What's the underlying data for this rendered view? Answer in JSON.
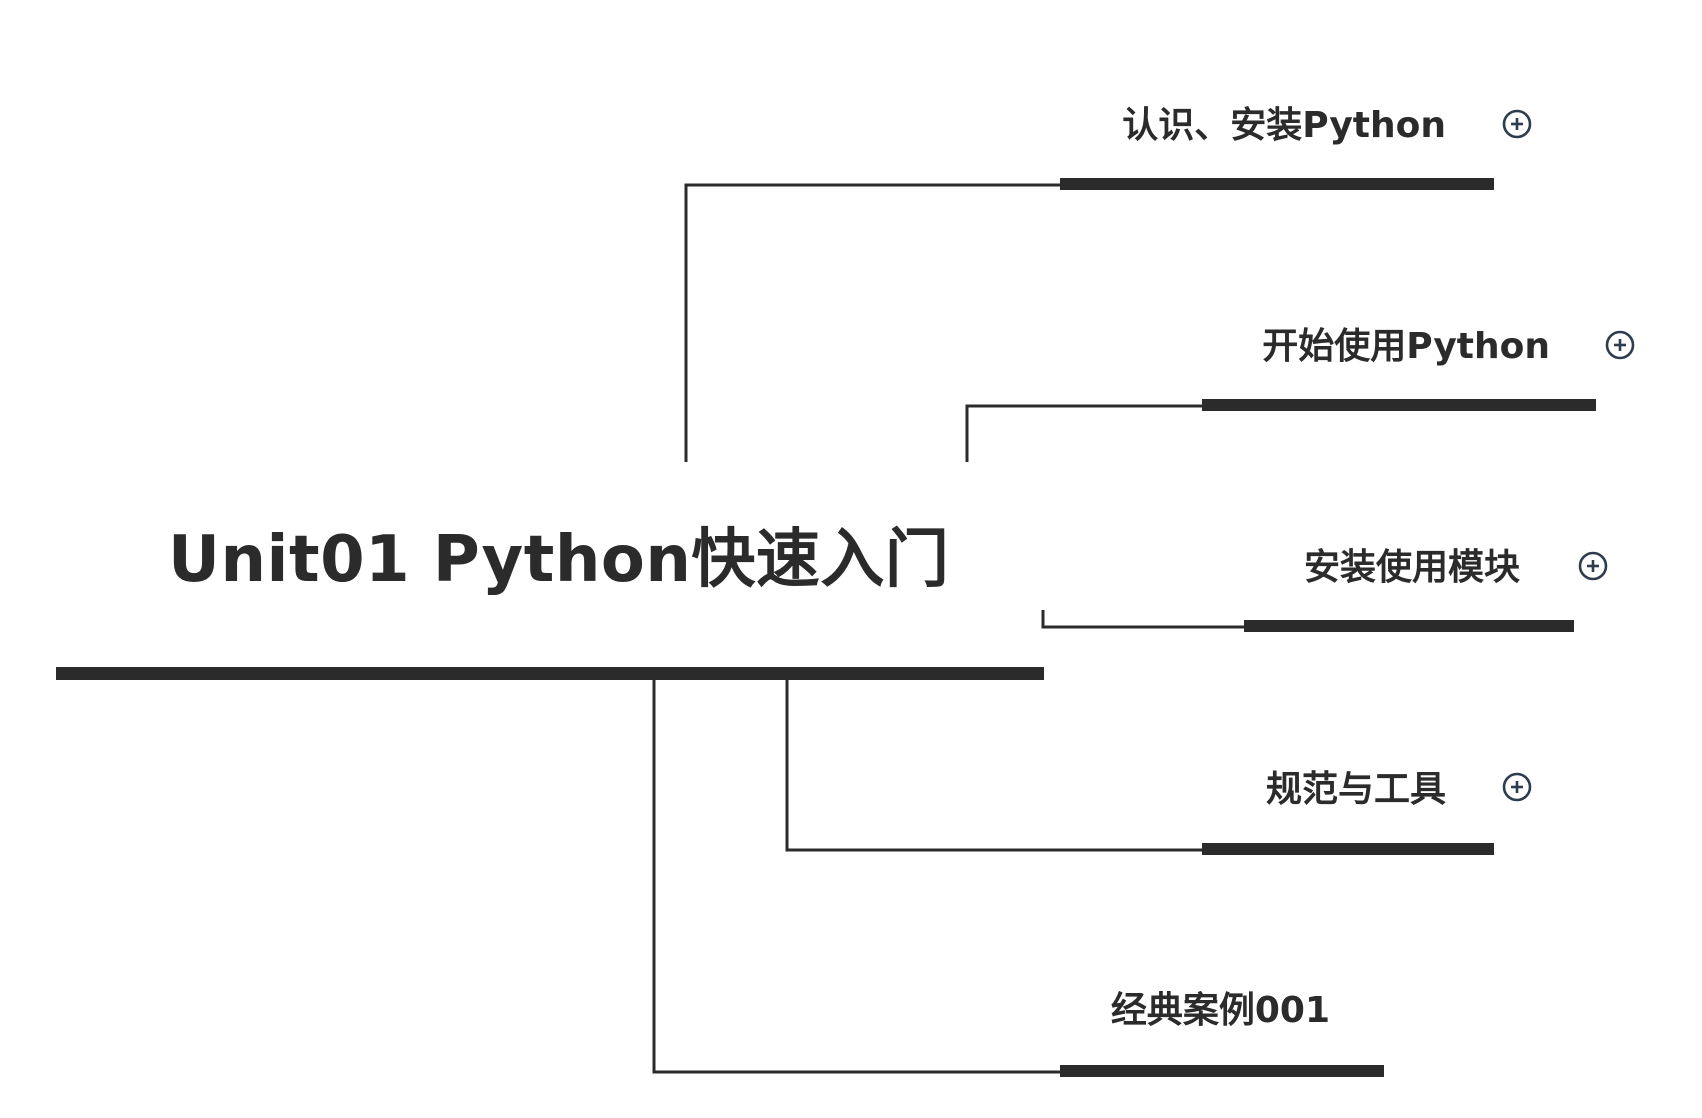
{
  "mindmap": {
    "root": {
      "title": "Unit01 Python快速入门"
    },
    "branches": [
      {
        "label": "认识、安装Python",
        "expandable": true
      },
      {
        "label": "开始使用Python",
        "expandable": true
      },
      {
        "label": "安装使用模块",
        "expandable": true
      },
      {
        "label": "规范与工具",
        "expandable": true
      },
      {
        "label": "经典案例001",
        "expandable": false
      }
    ]
  },
  "colors": {
    "line": "#2b2b2b",
    "text": "#2b2b2b",
    "icon": "#2e3c4e",
    "background": "#ffffff"
  },
  "icons": {
    "expand": "circle-plus-icon"
  }
}
